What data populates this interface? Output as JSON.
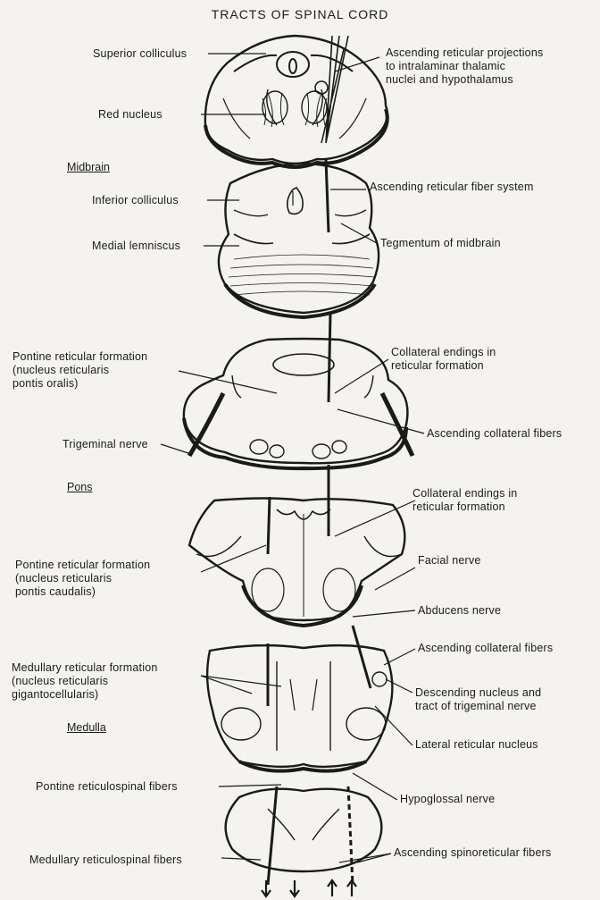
{
  "title": "TRACTS OF SPINAL CORD",
  "sections": {
    "midbrain": "Midbrain",
    "pons": "Pons",
    "medulla": "Medulla"
  },
  "labels": {
    "superior_colliculus": "Superior colliculus",
    "red_nucleus": "Red nucleus",
    "ascending_reticular_projections": "Ascending reticular projections\nto intralaminar thalamic\nnuclei and hypothalamus",
    "inferior_colliculus": "Inferior colliculus",
    "medial_lemniscus": "Medial lemniscus",
    "ascending_reticular_fiber_system": "Ascending reticular fiber system",
    "tegmentum_of_midbrain": "Tegmentum of midbrain",
    "pontine_reticular_formation_oralis": "Pontine reticular formation\n(nucleus reticularis\npontis oralis)",
    "collateral_endings_1": "Collateral endings in\nreticular formation",
    "ascending_collateral_fibers_1": "Ascending collateral fibers",
    "trigeminal_nerve": "Trigeminal nerve",
    "collateral_endings_2": "Collateral endings in\nreticular formation",
    "pontine_reticular_formation_caudalis": "Pontine reticular formation\n(nucleus reticularis\npontis caudalis)",
    "facial_nerve": "Facial nerve",
    "abducens_nerve": "Abducens nerve",
    "ascending_collateral_fibers_2": "Ascending collateral fibers",
    "medullary_reticular_formation": "Medullary reticular formation\n(nucleus reticularis\ngigantocellularis)",
    "descending_nucleus_trigeminal": "Descending nucleus and\ntract of trigeminal nerve",
    "lateral_reticular_nucleus": "Lateral reticular nucleus",
    "pontine_reticulospinal_fibers": "Pontine reticulospinal fibers",
    "hypoglossal_nerve": "Hypoglossal nerve",
    "medullary_reticulospinal_fibers": "Medullary reticulospinal fibers",
    "ascending_spinoreticular_fibers": "Ascending spinoreticular fibers"
  }
}
